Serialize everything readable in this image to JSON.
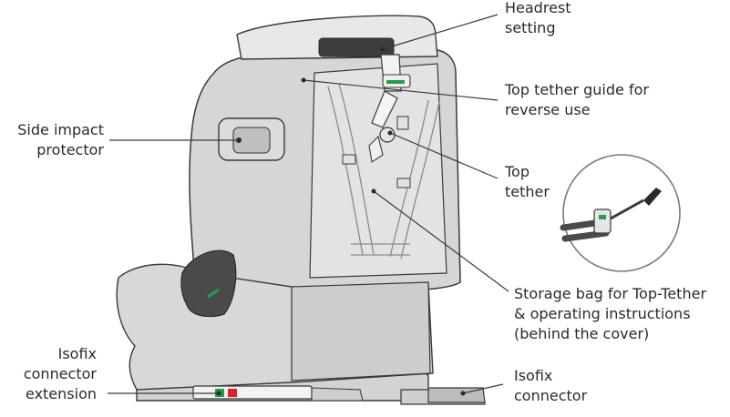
{
  "labels": {
    "headrest": {
      "line1": "Headrest",
      "line2": "setting"
    },
    "top_tether_guide": {
      "line1": "Top tether guide for",
      "line2": "reverse use"
    },
    "side_impact": {
      "line1": "Side impact",
      "line2": "protector"
    },
    "top_tether": {
      "line1": "Top",
      "line2": "tether"
    },
    "storage_bag": {
      "line1": "Storage bag for Top-Tether",
      "line2": "& operating instructions",
      "line3": "(behind the cover)"
    },
    "isofix_extension": {
      "line1": "Isofix",
      "line2": "connector",
      "line3": "extension"
    },
    "isofix_connector": {
      "line1": "Isofix",
      "line2": "connector"
    }
  },
  "colors": {
    "seat_fill": "#d6d6d6",
    "seat_light": "#e6e6e6",
    "outline": "#3a3a3a",
    "accent_green": "#1e9e4a",
    "accent_red": "#e01f2d",
    "dark_pad": "#4a4a4a"
  }
}
